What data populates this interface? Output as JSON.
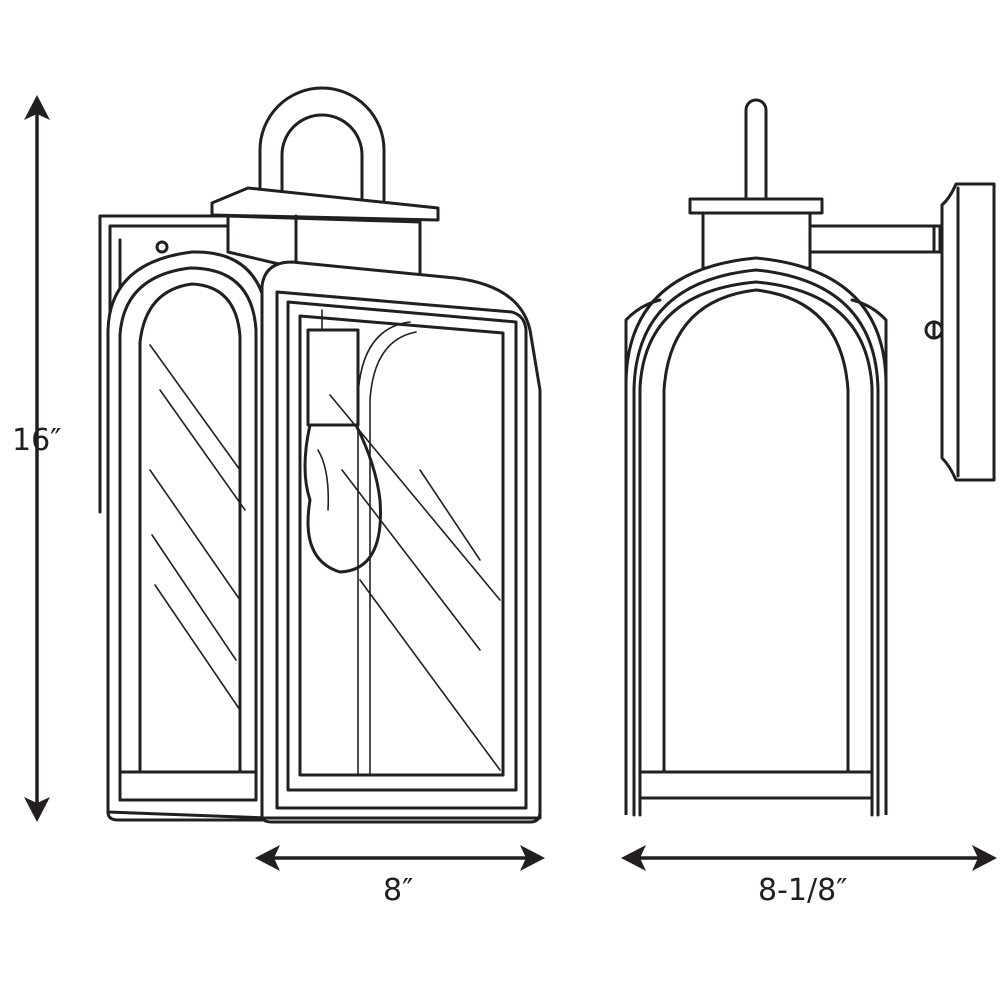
{
  "dimensions": {
    "height": "16″",
    "width_front": "8″",
    "width_side": "8-1/8″"
  },
  "colors": {
    "line": "#231f20",
    "background": "#ffffff"
  }
}
